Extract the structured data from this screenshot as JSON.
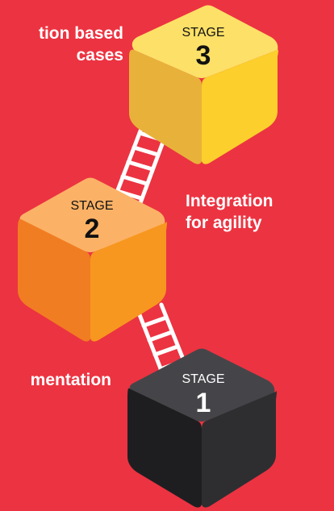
{
  "stages": [
    {
      "id": "stage1",
      "label": "STAGE",
      "number": "1",
      "caption_lines": [
        "mentation"
      ]
    },
    {
      "id": "stage2",
      "label": "STAGE",
      "number": "2",
      "caption_lines": [
        "Integration",
        "for agility"
      ]
    },
    {
      "id": "stage3",
      "label": "STAGE",
      "number": "3",
      "caption_lines": [
        "tion based",
        "cases"
      ]
    }
  ],
  "colors": {
    "background": "#ec3341",
    "stage1": "#2a2a2d",
    "stage2": "#f5921e",
    "stage3": "#fccf2c",
    "ladder": "#ffffff",
    "text_dark": "#111111",
    "text_light": "#ffffff"
  }
}
